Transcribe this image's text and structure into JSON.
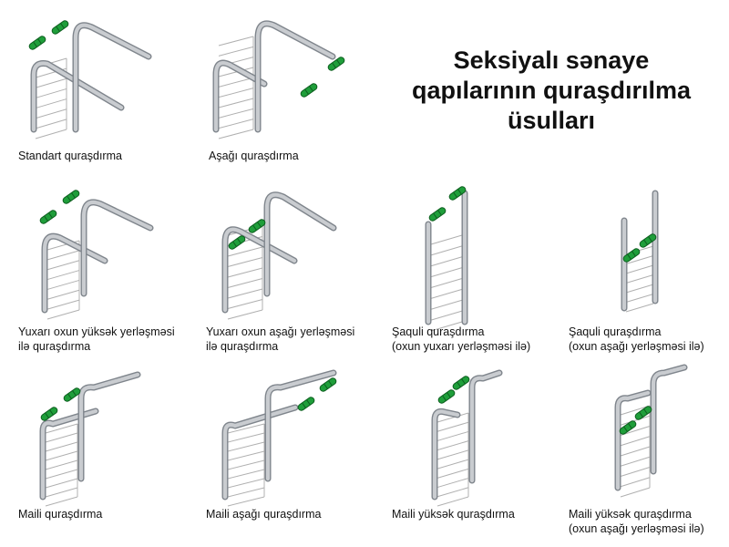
{
  "title_lines": [
    "Seksiyalı sənaye",
    "qapılarının quraşdırılma",
    "üsulları"
  ],
  "colors": {
    "rail_fill": "#c9ccd0",
    "rail_stroke": "#7f858c",
    "panel_line": "#b0b0b0",
    "roller": "#1f9e3a",
    "roller_dark": "#0d5e1f"
  },
  "items": [
    {
      "id": "standart",
      "caption": [
        "Standart quraşdırma"
      ]
    },
    {
      "id": "asagi",
      "caption": [
        "Aşağı quraşdırma"
      ]
    },
    {
      "id": "yuxari-yuksek",
      "caption": [
        "Yuxarı oxun yüksək yerləşməsi",
        "ilə quraşdırma"
      ]
    },
    {
      "id": "yuxari-asagi",
      "caption": [
        "Yuxarı oxun aşağı yerləşməsi",
        "ilə quraşdırma"
      ]
    },
    {
      "id": "saquli-yuxari",
      "caption": [
        "Şaquli quraşdırma",
        "(oxun yuxarı yerləşməsi ilə)"
      ]
    },
    {
      "id": "saquli-asagi",
      "caption": [
        "Şaquli quraşdırma",
        "(oxun aşağı yerləşməsi ilə)"
      ]
    },
    {
      "id": "maili",
      "caption": [
        "Maili quraşdırma"
      ]
    },
    {
      "id": "maili-asagi",
      "caption": [
        "Maili aşağı quraşdırma"
      ]
    },
    {
      "id": "maili-yuksek",
      "caption": [
        "Maili yüksək quraşdırma"
      ]
    },
    {
      "id": "maili-yuksek-asagi",
      "caption": [
        "Maili yüksək quraşdırma",
        "(oxun aşağı yerləşməsi ilə)"
      ]
    }
  ]
}
